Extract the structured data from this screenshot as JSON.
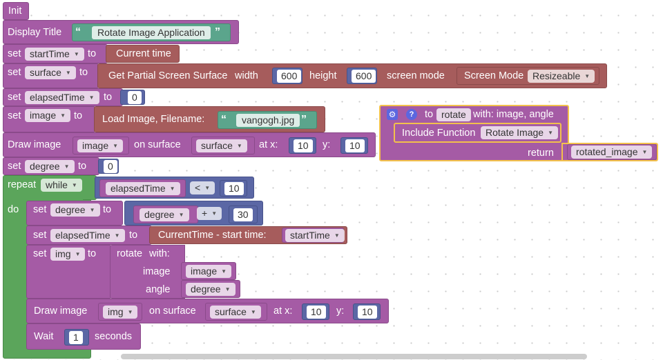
{
  "blocks": {
    "init": "Init",
    "display_title": "Display Title",
    "title_value": "Rotate Image Application",
    "set": "set",
    "to": "to",
    "starttime_var": "startTime",
    "current_time": "Current time",
    "surface_var": "surface",
    "get_partial": "Get Partial Screen Surface",
    "width_label": "width",
    "width_val": "600",
    "height_label": "height",
    "height_val": "600",
    "screen_mode_label": "screen mode",
    "screen_mode_block": "Screen Mode",
    "resizeable": "Resizeable",
    "elapsed_var": "elapsedTime",
    "elapsed_init": "0",
    "image_var": "image",
    "load_image": "Load Image, Filename:",
    "filename": "vangogh.jpg",
    "draw_image": "Draw image",
    "on_surface": "on surface",
    "at_x": "at x:",
    "x_val": "10",
    "y_label": "y:",
    "y_val": "10",
    "degree_var": "degree",
    "degree_init": "0",
    "repeat": "repeat",
    "while": "while",
    "lt": "<",
    "limit": "10",
    "do": "do",
    "plus": "+",
    "inc": "30",
    "current_minus": "CurrentTime - start time:",
    "img_var": "img",
    "rotate": "rotate",
    "with": "with:",
    "image_arg": "image",
    "angle_arg": "angle",
    "wait": "Wait",
    "wait_val": "1",
    "seconds": "seconds"
  },
  "func": {
    "gear": "⚙",
    "help": "?",
    "to": "to",
    "name": "rotate",
    "params": "with: image, angle",
    "include": "Include Function",
    "include_name": "Rotate Image",
    "return": "return",
    "return_var": "rotated_image"
  },
  "quote_open": "“",
  "quote_close": "”",
  "dd": "▼"
}
